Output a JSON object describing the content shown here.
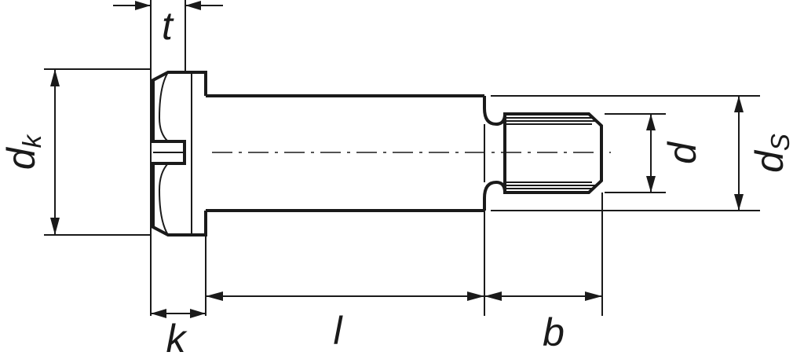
{
  "labels": {
    "head_diameter": {
      "symbol": "d",
      "subscript": "k"
    },
    "slot_depth": "t",
    "head_height": "k",
    "shank_length": "l",
    "thread_length": "b",
    "thread_diameter": "d",
    "shank_diameter": {
      "symbol": "d",
      "subscript": "S"
    }
  }
}
